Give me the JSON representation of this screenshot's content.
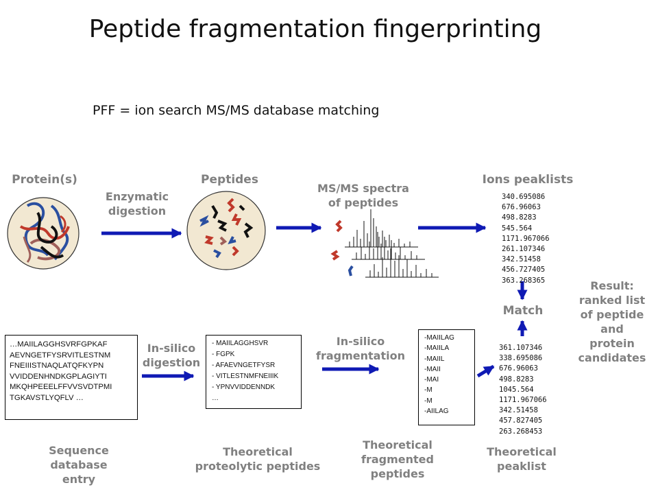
{
  "title": "Peptide fragmentation fingerprinting",
  "subtitle": "PFF = ion search MS/MS database matching",
  "labels": {
    "proteins": "Protein(s)",
    "enzymatic_1": "Enzymatic",
    "enzymatic_2": "digestion",
    "peptides": "Peptides",
    "msms_1": "MS/MS spectra",
    "msms_2": "of peptides",
    "ions": "Ions peaklists",
    "match": "Match",
    "result": [
      "Result:",
      "ranked list",
      "of peptide",
      "and",
      "protein",
      "candidates"
    ],
    "insilico_digest_1": "In-silico",
    "insilico_digest_2": "digestion",
    "insilico_frag_1": "In-silico",
    "insilico_frag_2": "fragmentation",
    "seq_entry_1": "Sequence",
    "seq_entry_2": "database entry",
    "theo_pep_1": "Theoretical",
    "theo_pep_2": "proteolytic peptides",
    "theo_frag_1": "Theoretical",
    "theo_frag_2": "fragmented",
    "theo_frag_3": "peptides",
    "theo_peak_1": "Theoretical",
    "theo_peak_2": "peaklist"
  },
  "ions_peaklist": [
    "340.695086",
    "676.96063",
    "498.8283",
    "545.564",
    "1171.967066",
    "261.107346",
    "342.51458",
    "456.727405",
    "363.268365"
  ],
  "theoretical_peaklist": [
    "361.107346",
    "338.695086",
    "676.96063",
    "498.8283",
    "1045.564",
    "1171.967066",
    "342.51458",
    "457.827405",
    "263.268453"
  ],
  "sequence_lines": [
    "…MAIILAGGHSVRFGPKAF",
    "AEVNGETFYSRVITLESTNM",
    "FNEIIISTNAQLATQFKYPN",
    "VVIDDENHNDKGPLAGIYTI",
    "MKQHPEEELFFVVSVDTPMI",
    "TGKAVSTLYQFLV  …"
  ],
  "peptide_lines": [
    "- MAIILAGGHSVR",
    "- FGPK",
    "- AFAEVNGETFYSR",
    "- VITLESTNMFNEIIIK",
    "- YPNVVIDDENNDK",
    "…"
  ],
  "fragment_lines": [
    "-MAIILAG",
    "-MAIILA",
    "-MAIIL",
    "-MAII",
    "-MAI",
    "-M",
    "-M",
    "-AIILAG"
  ],
  "colors": {
    "arrow": "#0f1ab4",
    "label": "#808080",
    "circle_fill": "#f2e8d2",
    "blue": "#2a4fa0",
    "red": "#c0392b",
    "dark": "#111111"
  }
}
